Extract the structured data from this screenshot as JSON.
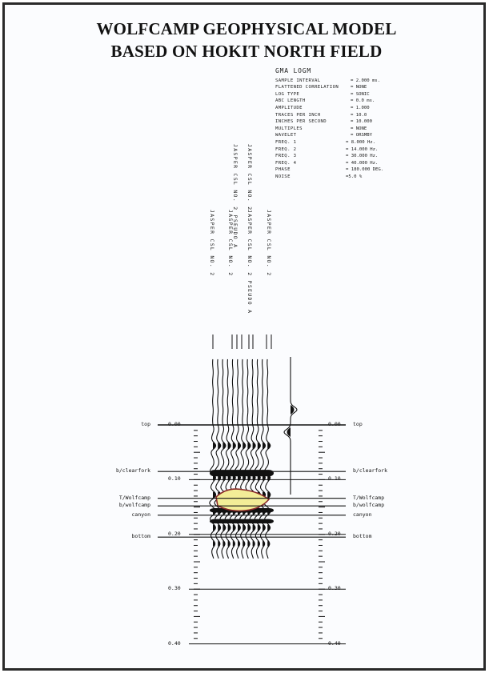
{
  "title": {
    "line1": "WOLFCAMP  GEOPHYSICAL MODEL",
    "line2": "BASED ON HOKIT NORTH FIELD"
  },
  "params": {
    "header": "GMA LOGM",
    "rows": [
      {
        "key": "SAMPLE INTERVAL",
        "value": "= 2.000 ms."
      },
      {
        "key": "FLATTENED CORRELATION",
        "value": "= NONE"
      },
      {
        "key": "LOG TYPE",
        "value": "= SONIC"
      },
      {
        "key": "ABC LENGTH",
        "value": "= 0.0 ms."
      },
      {
        "key": "AMPLITUDE",
        "value": "= 1.000"
      },
      {
        "key": "TRACES PER INCH",
        "value": "= 10.0"
      },
      {
        "key": "INCHES PER SECOND",
        "value": "= 10.000"
      },
      {
        "key": "MULTIPLES",
        "value": "= NONE"
      },
      {
        "key": "WAVELET",
        "value": "= ORSMBY"
      },
      {
        "key": "FREQ. 1",
        "value": "= 8.000 Hz."
      },
      {
        "key": "FREQ. 2",
        "value": "= 14.000 Hz."
      },
      {
        "key": "FREQ. 3",
        "value": "= 30.000 Hz."
      },
      {
        "key": "FREQ. 4",
        "value": "= 40.000 Hz."
      },
      {
        "key": "PHASE",
        "value": "= 180.000 DEG."
      },
      {
        "key": "NOISE",
        "value": "=5.0 %"
      }
    ]
  },
  "well_labels": [
    "JASPER CSL NO. 2",
    "JASPER CSL NO. 2",
    "JASPER CSL NO. 2 PSEUDO A",
    "JASPER CSL NO. 2 PSEUDO A",
    "JASPER CSL NO. 2",
    "JASPER CSL NO. 2"
  ],
  "horizons": [
    {
      "name": "top",
      "time": 0.0
    },
    {
      "name": "b/clearfork",
      "time": 0.085
    },
    {
      "name": "T/Wolfcamp",
      "time": 0.134
    },
    {
      "name": "b/wolfcamp",
      "time": 0.148
    },
    {
      "name": "canyon",
      "time": 0.165
    },
    {
      "name": "bottom",
      "time": 0.205
    }
  ],
  "time_axis": {
    "ticks": [
      "0.00",
      "0.10",
      "0.20",
      "0.30",
      "0.40"
    ],
    "tick_values": [
      0.0,
      0.1,
      0.2,
      0.3,
      0.4
    ]
  },
  "colors": {
    "trace": "#111111",
    "anomaly_fill": "#f3ed97",
    "anomaly_outline": "#8a2a2a",
    "frame": "#2a2a2a"
  }
}
